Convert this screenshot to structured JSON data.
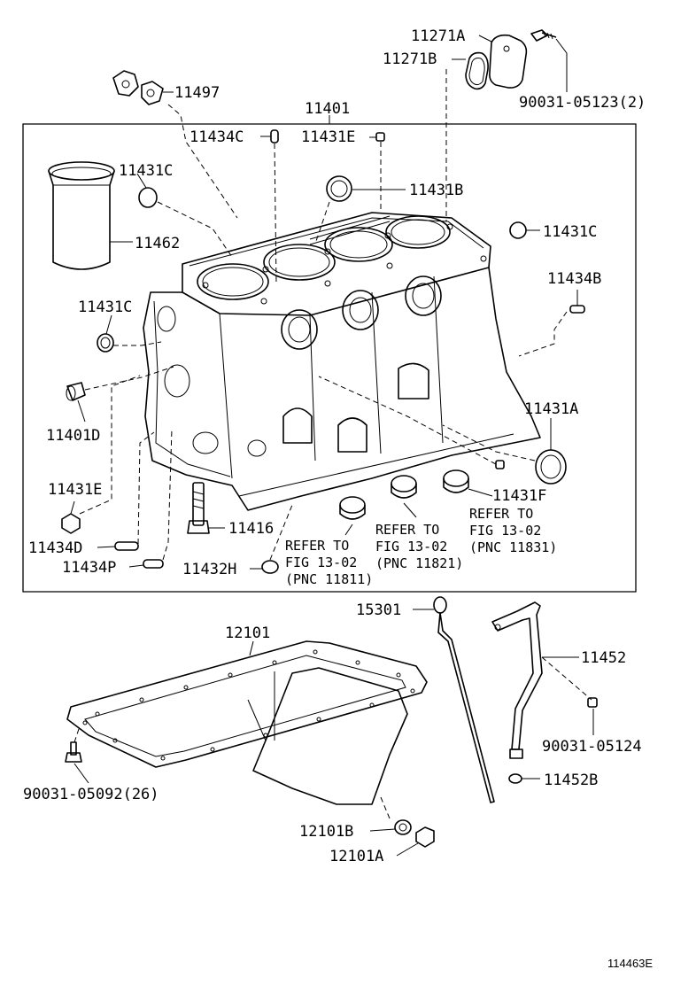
{
  "labels": {
    "p11271A": "11271A",
    "p11271B": "11271B",
    "p90031_05123": "90031-05123(2)",
    "p11497": "11497",
    "p11401": "11401",
    "p11434C": "11434C",
    "p11431E_top": "11431E",
    "p11431C_1": "11431C",
    "p11431B": "11431B",
    "p11462": "11462",
    "p11431C_2": "11431C",
    "p11434B": "11434B",
    "p11431C_3": "11431C",
    "p11401D": "11401D",
    "p11431A": "11431A",
    "p11431E_left": "11431E",
    "p11431F": "11431F",
    "p11434D": "11434D",
    "p11416": "11416",
    "p11434P": "11434P",
    "p11432H": "11432H",
    "p15301": "15301",
    "p12101": "12101",
    "p11452": "11452",
    "p90031_05124": "90031-05124",
    "p11452B": "11452B",
    "p90031_05092": "90031-05092(26)",
    "p12101B": "12101B",
    "p12101A": "12101A"
  },
  "refs": {
    "r1": [
      "REFER TO",
      "FIG 13-02",
      "(PNC 11811)"
    ],
    "r2": [
      "REFER TO",
      "FIG 13-02",
      "(PNC 11821)"
    ],
    "r3": [
      "REFER TO",
      "FIG 13-02",
      "(PNC 11831)"
    ]
  },
  "figure_code": "114463E"
}
